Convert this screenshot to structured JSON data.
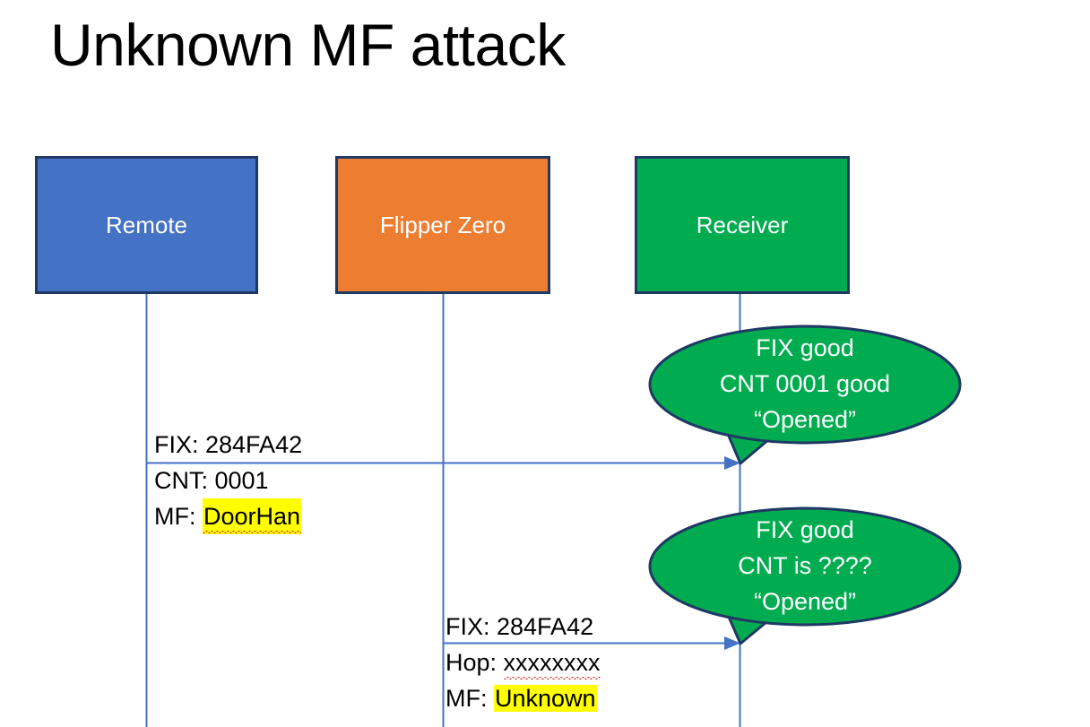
{
  "slide": {
    "title": "Unknown MF attack",
    "background_color": "#FFFFFF"
  },
  "colors": {
    "remote_box": "#4472C4",
    "flipper_box": "#ED7D31",
    "receiver_box": "#00AC4F",
    "box_border": "#1F3864",
    "callout_fill": "#00AC4F",
    "callout_border": "#1F3864",
    "lifeline": "#4472C4",
    "arrow": "#4472C4",
    "highlight": "#FFFF00",
    "spell_underline": "#E03030",
    "text_dark": "#000000",
    "text_light": "#FFFFFF"
  },
  "actors": [
    {
      "id": "remote",
      "label": "Remote"
    },
    {
      "id": "flipper",
      "label": "Flipper Zero"
    },
    {
      "id": "receiver",
      "label": "Receiver"
    }
  ],
  "messages": [
    {
      "id": "message-1",
      "from": "remote",
      "to": "receiver",
      "label_top": "FIX: 284FA42",
      "label_cnt_prefix": "CNT: ",
      "label_cnt_value": "0001",
      "label_mf_prefix": "MF: ",
      "label_mf_value": "DoorHan",
      "mf_highlighted": true,
      "mf_spellchecked": true
    },
    {
      "id": "message-2",
      "from": "flipper",
      "to": "receiver",
      "label_top": "FIX: 284FA42",
      "label_cnt_prefix": "Hop: ",
      "label_cnt_value": "xxxxxxxx",
      "label_mf_prefix": "MF: ",
      "label_mf_value": "Unknown",
      "mf_highlighted": true,
      "hop_spellchecked": true
    }
  ],
  "callouts": [
    {
      "id": "callout-1",
      "points_at": "message-1",
      "line1": "FIX good",
      "line2": "CNT 0001 good",
      "line3": "“Opened”"
    },
    {
      "id": "callout-2",
      "points_at": "message-2",
      "line1": "FIX good",
      "line2": "CNT is ????",
      "line3": "“Opened”"
    }
  ]
}
